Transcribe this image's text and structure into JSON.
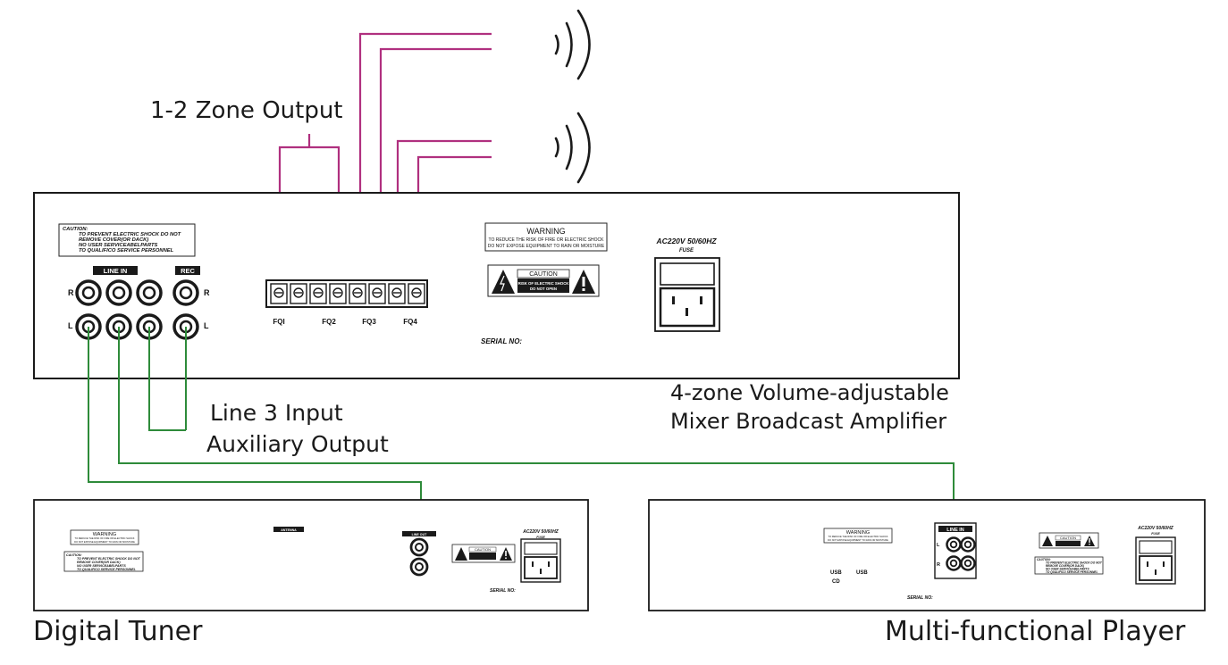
{
  "labels": {
    "zone_output": "1-2 Zone Output",
    "line3_input": "Line 3 Input",
    "aux_output": "Auxiliary Output",
    "amp_title_line1": "4-zone Volume-adjustable",
    "amp_title_line2": "Mixer Broadcast Amplifier",
    "tuner_title": "Digital Tuner",
    "player_title": "Multi-functional Player"
  },
  "amplifier": {
    "caution_lines": [
      "CAUTION:",
      "TO PREVENT ELECTRIC SHOCK DO NOT",
      "REMOVE COVER(OR DACK)",
      "NO USER SERVICEABELPARTS",
      "TO QUALIFICO SERVICE PERSONNEL"
    ],
    "line_in_label": "LINE IN",
    "rec_label": "REC",
    "r_label": "R",
    "l_label": "L",
    "terminal_labels": [
      "FQI",
      "FQ2",
      "FQ3",
      "FQ4"
    ],
    "warning_title": "WARNING",
    "warning_lines": [
      "TO REDUCE THE RISK OF FIRE OR ELECTRIC SHOCK",
      "DO NOT EXPOSE EQUIPMENT TO RAIN OR MOISTURE"
    ],
    "caution_badge": "CAUTION",
    "caution_badge_lines": [
      "RISK OF ELECTRIC SHOCK",
      "DO NOT OPEN"
    ],
    "serial": "SERIAL NO:",
    "power": "AC220V 50/60HZ",
    "fuse": "FUSE"
  },
  "tuner": {
    "warning_title": "WARNING",
    "warning_lines": [
      "TO REDUCE THE RISK OF FIRE OR ELECTRIC SHOCK",
      "DO NOT EXPOSE EQUIPMENT TO RAIN OR MOISTURE"
    ],
    "caution_lines": [
      "CAUTION:",
      "TO PREVENT ELECTRIC SHOCK DO NOT",
      "REMOVE COVER(OR DACK)",
      "NO USER SERVICEABELPARTS",
      "TO QUALIFICO SERVICE PERSONNEL"
    ],
    "antenna": "ANTENNA",
    "line_out": "LINE OUT",
    "caution_badge": "CAUTION",
    "serial": "SERIAL NO:",
    "power": "AC220V 50/60HZ",
    "fuse": "FUSE"
  },
  "player": {
    "warning_title": "WARNING",
    "warning_lines": [
      "TO REDUCE THE RISK OF FIRE OR ELECTRIC SHOCK",
      "DO NOT EXPOSE EQUIPMENT TO RAIN OR MOISTURE"
    ],
    "usb1": "USB",
    "usb2": "USB",
    "cd": "CD",
    "line_in": "LINE IN",
    "l_label": "L",
    "r_label": "R",
    "caution_badge": "CAUTION",
    "caution_lines": [
      "CAUTION:",
      "TO PREVENT ELECTRIC SHOCK DO NOT",
      "REMOVE COVER(OR DACK)",
      "NO USER SERVICEABELPARTS",
      "TO QUALIFICO SERVICE PERSONNEL"
    ],
    "serial": "SERIAL NO:",
    "power": "AC220V 50/60HZ",
    "fuse": "FUSE"
  },
  "colors": {
    "speaker_wire": "#b0307f",
    "signal_wire": "#2e8b3a",
    "outline": "#1a1a1a"
  }
}
